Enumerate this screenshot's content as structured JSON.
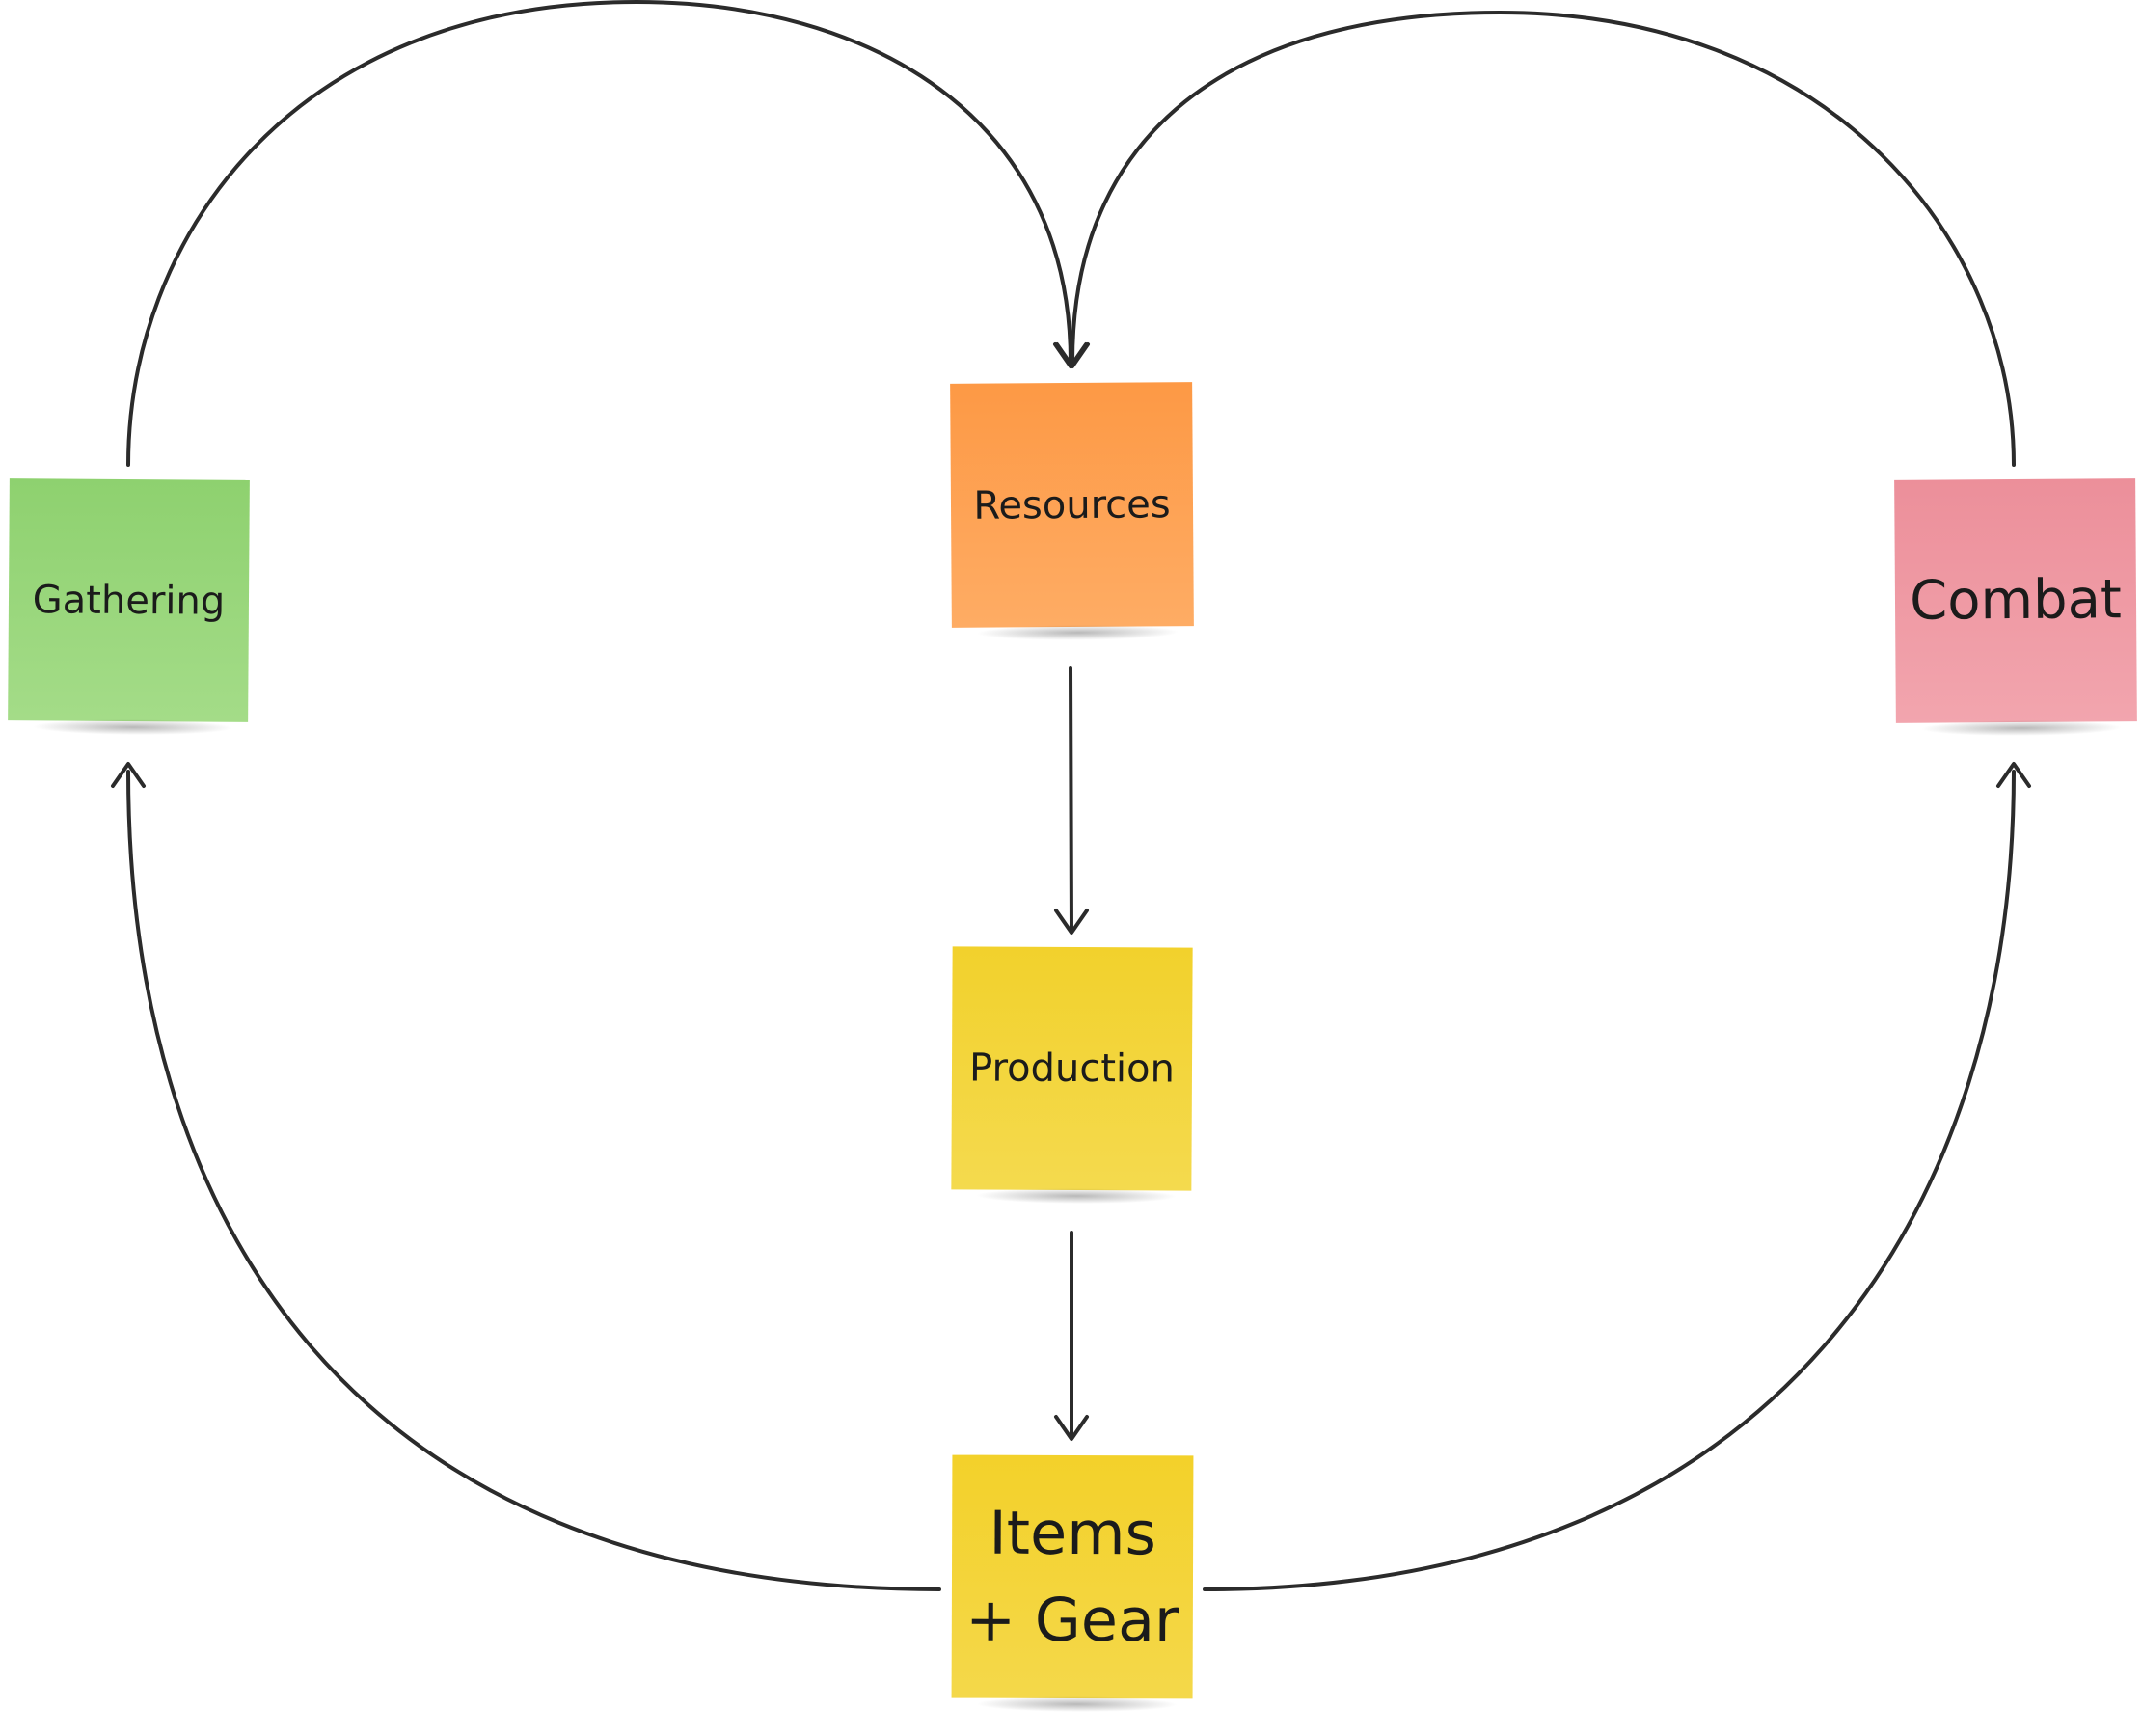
{
  "diagram": {
    "nodes": {
      "gathering": {
        "label": "Gathering",
        "color": "#8ed16f"
      },
      "resources": {
        "label": "Resources",
        "color": "#fd9945"
      },
      "combat": {
        "label": "Combat",
        "color": "#ec8f9a"
      },
      "production": {
        "label": "Production",
        "color": "#f2d12c"
      },
      "items_gear": {
        "label": "Items\n+ Gear",
        "color": "#f3d12a"
      }
    },
    "edges": [
      {
        "from": "Gathering",
        "to": "Resources"
      },
      {
        "from": "Combat",
        "to": "Resources"
      },
      {
        "from": "Resources",
        "to": "Production"
      },
      {
        "from": "Production",
        "to": "Items + Gear"
      },
      {
        "from": "Items + Gear",
        "to": "Gathering"
      },
      {
        "from": "Items + Gear",
        "to": "Combat"
      }
    ],
    "connector_color": "#2b2b2b"
  }
}
